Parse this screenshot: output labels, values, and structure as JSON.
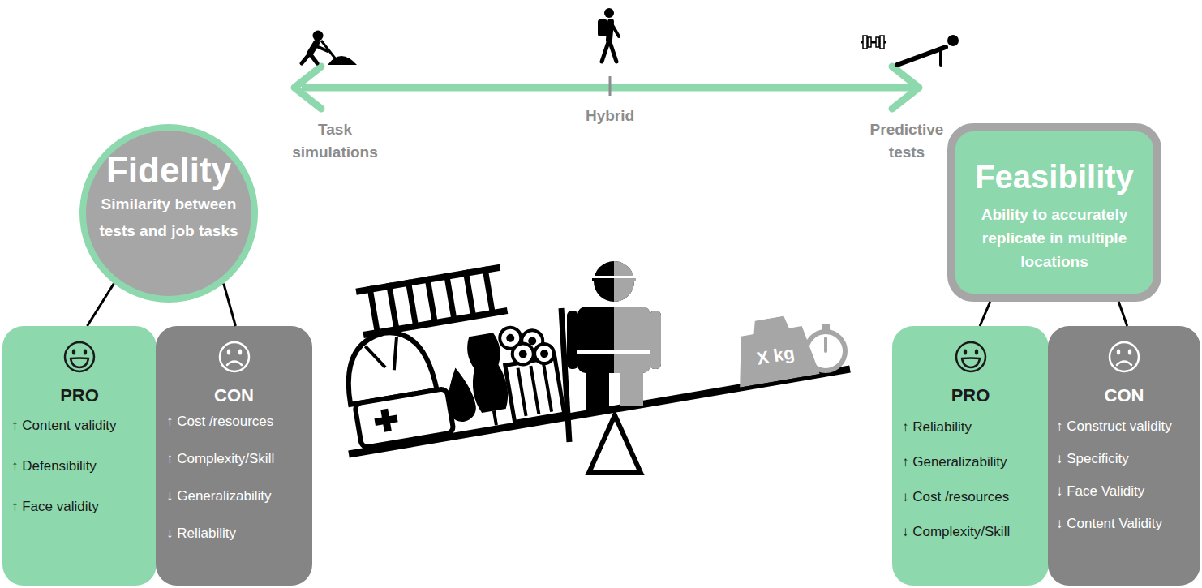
{
  "diagram": {
    "nodes": [
      {
        "text": [
          "Fidelity",
          "Similarity between tests and job tasks"
        ]
      },
      {
        "text": [
          "Feasibility",
          "Ability to accurately replicate in multiple locations"
        ]
      },
      {
        "text": [
          "PRO",
          "↑ Content validity",
          "↑ Defensibility",
          "↑ Face validity"
        ]
      },
      {
        "text": [
          "CON",
          "↑ Cost /resources",
          "↑ Complexity/Skill",
          "↓ Generalizability",
          "↓ Reliability"
        ]
      },
      {
        "text": [
          "X kg"
        ]
      },
      {
        "text": [
          "PRO",
          "↑ Reliability",
          "↑ Generalizability",
          "↓ Cost /resources",
          "↓ Complexity/Skill"
        ]
      },
      {
        "text": [
          "CON",
          "↑ Construct validity",
          "↓ Specificity",
          "↓ Face Validity",
          "↓ Content Validity"
        ]
      }
    ],
    "edges": [
      {
        "from": 0,
        "to": 2,
        "arrow": "none"
      },
      {
        "from": 0,
        "to": 3,
        "arrow": "none"
      },
      {
        "from": 1,
        "to": 5,
        "arrow": "none"
      },
      {
        "from": 1,
        "to": 6,
        "arrow": "none"
      }
    ],
    "labels": [
      "Task simulations",
      "Hybrid",
      "Predictive tests"
    ]
  }
}
